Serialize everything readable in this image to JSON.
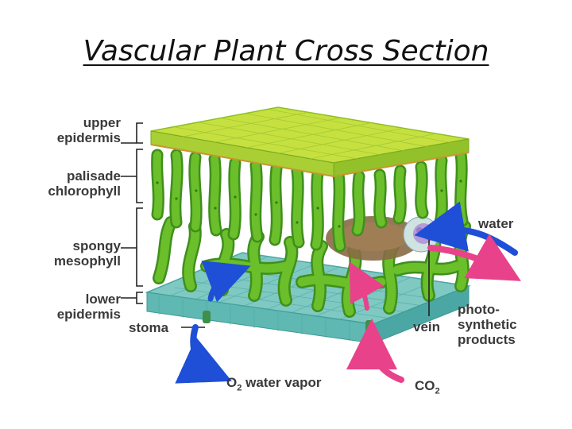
{
  "title": "Vascular Plant Cross Section",
  "labels": {
    "upper_epidermis_1": "upper",
    "upper_epidermis_2": "epidermis",
    "palisade_1": "palisade",
    "palisade_2": "chlorophyll",
    "spongy_1": "spongy",
    "spongy_2": "mesophyll",
    "lower_epidermis_1": "lower",
    "lower_epidermis_2": "epidermis",
    "stoma": "stoma",
    "vein": "vein",
    "water": "water",
    "photo_1": "photo-",
    "photo_2": "synthetic",
    "photo_3": "products",
    "o2": "O",
    "o2_sub": "2",
    "water_vapor": "water vapor",
    "co2": "CO",
    "co2_sub": "2"
  },
  "colors": {
    "upper_surface": "#c6e040",
    "upper_edge": "#8fbf25",
    "palisade": "#6abf2a",
    "palisade_dark": "#3f8f1c",
    "spongy": "#5fb530",
    "lower_epidermis": "#7fc9c2",
    "lower_epidermis_dark": "#4aa7a3",
    "vein": "#8a6a45",
    "vein_core": "#b59bd8",
    "arrow_blue": "#1f4fd6",
    "arrow_pink": "#e8428a",
    "label_text": "#3a3a3a"
  }
}
